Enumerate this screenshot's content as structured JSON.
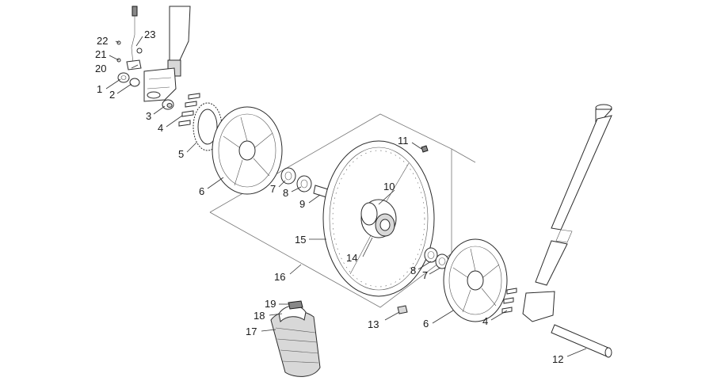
{
  "callouts": [
    {
      "id": "c1",
      "label": "1"
    },
    {
      "id": "c2",
      "label": "2"
    },
    {
      "id": "c3",
      "label": "3"
    },
    {
      "id": "c4a",
      "label": "4"
    },
    {
      "id": "c4b",
      "label": "4"
    },
    {
      "id": "c5",
      "label": "5"
    },
    {
      "id": "c6a",
      "label": "6"
    },
    {
      "id": "c6b",
      "label": "6"
    },
    {
      "id": "c7a",
      "label": "7"
    },
    {
      "id": "c7b",
      "label": "7"
    },
    {
      "id": "c8a",
      "label": "8"
    },
    {
      "id": "c8b",
      "label": "8"
    },
    {
      "id": "c9",
      "label": "9"
    },
    {
      "id": "c10",
      "label": "10"
    },
    {
      "id": "c11",
      "label": "11"
    },
    {
      "id": "c12",
      "label": "12"
    },
    {
      "id": "c13",
      "label": "13"
    },
    {
      "id": "c14",
      "label": "14"
    },
    {
      "id": "c15",
      "label": "15"
    },
    {
      "id": "c16",
      "label": "16"
    },
    {
      "id": "c17",
      "label": "17"
    },
    {
      "id": "c18",
      "label": "18"
    },
    {
      "id": "c19",
      "label": "19"
    },
    {
      "id": "c20",
      "label": "20"
    },
    {
      "id": "c21",
      "label": "21"
    },
    {
      "id": "c22",
      "label": "22"
    },
    {
      "id": "c23",
      "label": "23"
    }
  ]
}
